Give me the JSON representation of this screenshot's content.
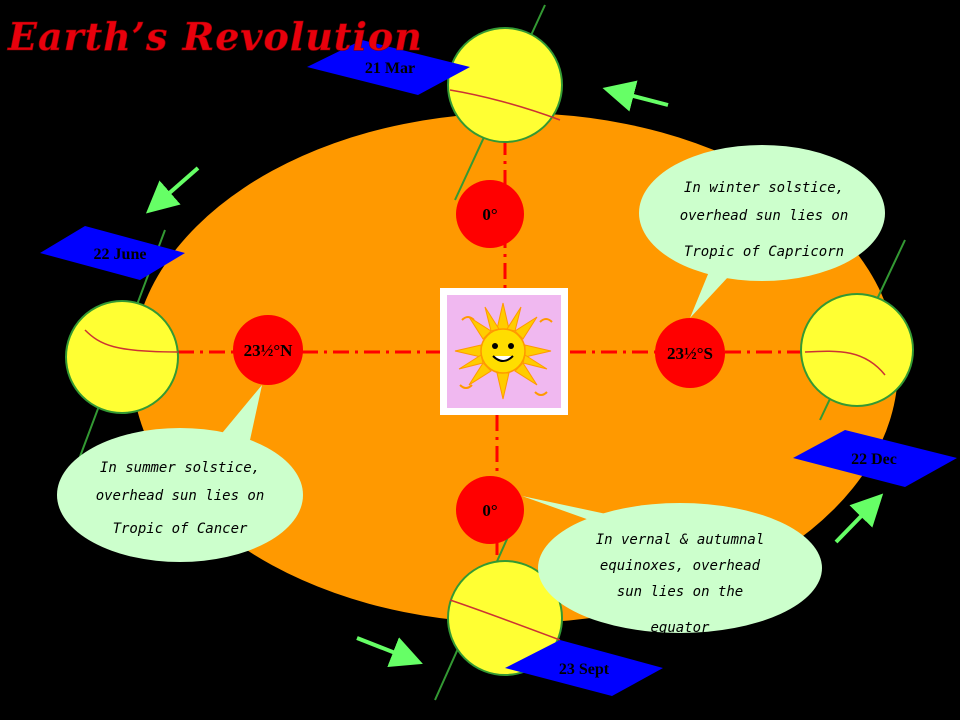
{
  "title": "Earth’s Revolution",
  "dates": {
    "march": "21 Mar",
    "june": "22 June",
    "december": "22 Dec",
    "september": "23 Sept"
  },
  "latitudes": {
    "top": "0°",
    "bottom": "0°",
    "left": "23½°N",
    "right": "23½°S"
  },
  "callouts": {
    "winter": [
      "In winter solstice,",
      "overhead sun lies on",
      "Tropic of Capricorn"
    ],
    "summer": [
      "In summer solstice,",
      "overhead sun lies on",
      "Tropic of Cancer"
    ],
    "equinox": [
      "In vernal & autumnal",
      "equinoxes, overhead",
      "sun lies on the",
      "equator"
    ]
  },
  "colors": {
    "background": "#000000",
    "orbit": "#ff9900",
    "earth": "#ffff33",
    "earth_border": "#339933",
    "marker": "#ff0000",
    "date_diamond": "#0000ff",
    "callout": "#ccffcc",
    "arrow": "#66ff66",
    "title": "#e8000c"
  },
  "icons": {
    "sun": "smiling-sun-icon",
    "arrow": "orbit-direction-arrow-icon"
  }
}
